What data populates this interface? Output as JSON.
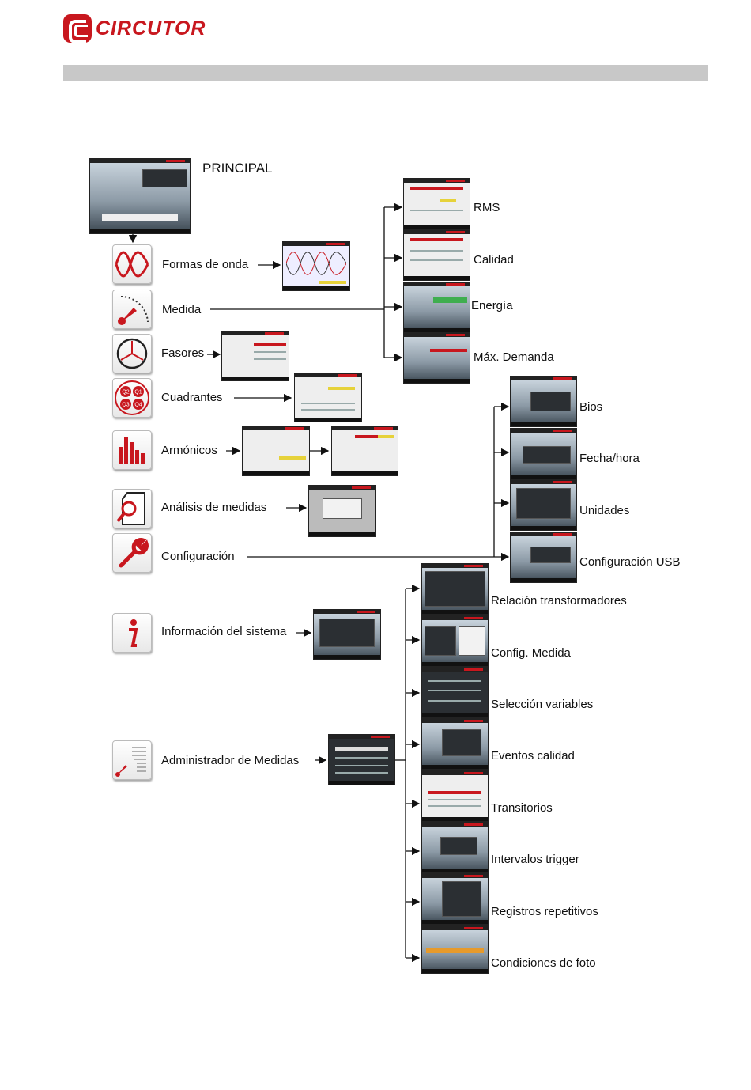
{
  "brand": {
    "name": "CIRCUTOR",
    "color": "#c8171e"
  },
  "principal": {
    "label": "PRINCIPAL"
  },
  "menu": [
    {
      "id": "formas",
      "label": "Formas de onda",
      "icon": "sine-wave-icon"
    },
    {
      "id": "medida",
      "label": "Medida",
      "icon": "gauge-icon"
    },
    {
      "id": "fasores",
      "label": "Fasores",
      "icon": "phasor-icon"
    },
    {
      "id": "cuadrantes",
      "label": "Cuadrantes",
      "icon": "quadrants-icon"
    },
    {
      "id": "armonicos",
      "label": "Armónicos",
      "icon": "bar-chart-icon"
    },
    {
      "id": "analisis",
      "label": "Análisis de medidas",
      "icon": "sd-card-search-icon"
    },
    {
      "id": "config",
      "label": "Configuración",
      "icon": "wrench-icon"
    },
    {
      "id": "info",
      "label": "Información del sistema",
      "icon": "info-icon"
    },
    {
      "id": "admin",
      "label": "Administrador de Medidas",
      "icon": "document-gauge-icon"
    }
  ],
  "quadrant_labels": [
    "Q2",
    "Q1",
    "Q3",
    "Q4"
  ],
  "medida_children": [
    "RMS",
    "Calidad",
    "Energía",
    "Máx. Demanda"
  ],
  "config_children": [
    "Bios",
    "Fecha/hora",
    "Unidades",
    "Configuración USB"
  ],
  "admin_children": [
    "Relación transformadores",
    "Config. Medida",
    "Selección variables",
    "Eventos calidad",
    "Transitorios",
    "Intervalos trigger",
    "Registros repetitivos",
    "Condiciones de foto"
  ]
}
